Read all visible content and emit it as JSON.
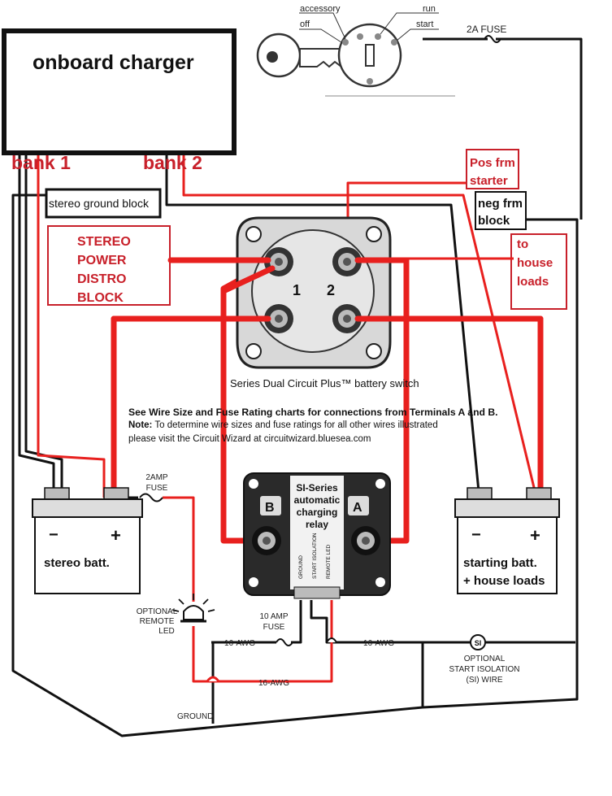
{
  "charger": {
    "title": "onboard charger",
    "bank1": "bank 1",
    "bank2": "bank 2"
  },
  "stereo_ground_block": "stereo ground block",
  "stereo_power_block": [
    "STEREO",
    "POWER",
    "DISTRO",
    "BLOCK"
  ],
  "pos_frm_starter": [
    "Pos frm",
    "starter"
  ],
  "neg_frm_block": [
    "neg frm",
    "block"
  ],
  "to_house_loads": [
    "to",
    "house",
    "loads"
  ],
  "key_switch": {
    "accessory": "accessory",
    "off": "off",
    "run": "run",
    "start": "start"
  },
  "fuse_2a": "2A FUSE",
  "battery_switch": {
    "terminal1": "1",
    "terminal2": "2",
    "caption": "Series Dual Circuit Plus™ battery switch"
  },
  "notes": {
    "line1": "See Wire Size and Fuse Rating charts for connections from Terminals A and B.",
    "line2_bold": "Note:",
    "line2": " To determine wire sizes and fuse ratings for all other wires illustrated",
    "line3": "please visit the Circuit Wizard at circuitwizard.bluesea.com"
  },
  "relay": {
    "terminal_b": "B",
    "terminal_a": "A",
    "title": [
      "SI-Series",
      "automatic",
      "charging",
      "relay"
    ],
    "pins": [
      "GROUND",
      "START ISOLATION",
      "REMOTE LED"
    ]
  },
  "stereo_batt": {
    "label": "stereo batt.",
    "minus": "−",
    "plus": "+"
  },
  "starting_batt": {
    "label": [
      "starting batt.",
      "+ house loads"
    ],
    "minus": "−",
    "plus": "+"
  },
  "fuse_2amp": [
    "2AMP",
    "FUSE"
  ],
  "remote_led": [
    "OPTIONAL",
    "REMOTE",
    "LED"
  ],
  "fuse_10amp": [
    "10 AMP",
    "FUSE"
  ],
  "awg_labels": [
    "16-AWG",
    "16-AWG",
    "16-AWG"
  ],
  "si_wire": {
    "badge": "SI",
    "label": [
      "OPTIONAL",
      "START ISOLATION",
      "(SI) WIRE"
    ]
  },
  "ground": "GROUND",
  "colors": {
    "positive_wire": "#e8201e",
    "annotation_red": "#c8202a",
    "ground_wire": "#111111"
  }
}
